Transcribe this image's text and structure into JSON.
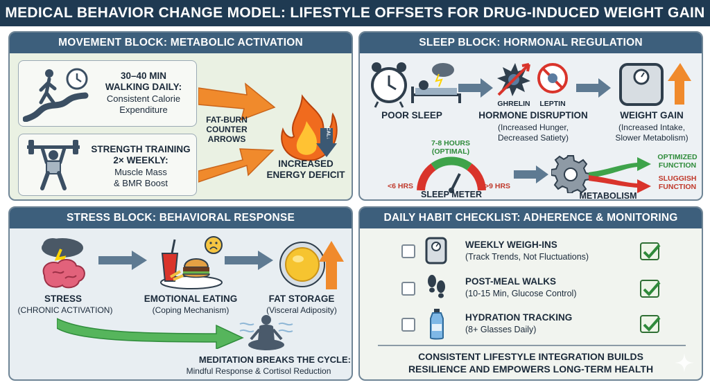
{
  "title": "MEDICAL BEHAVIOR CHANGE MODEL: LIFESTYLE OFFSETS FOR DRUG-INDUCED WEIGHT GAIN",
  "movement": {
    "header": "MOVEMENT BLOCK: METABOLIC ACTIVATION",
    "walking": {
      "line1": "30–40 MIN",
      "line2": "WALKING DAILY:",
      "line3": "Consistent Calorie",
      "line4": "Expenditure"
    },
    "strength": {
      "line1": "STRENGTH TRAINING",
      "line2": "2× WEEKLY:",
      "line3": "Muscle Mass",
      "line4": "& BMR Boost"
    },
    "arrows_label": {
      "line1": "FAT-BURN",
      "line2": "COUNTER",
      "line3": "ARROWS"
    },
    "result": {
      "line1": "INCREASED",
      "line2": "ENERGY DEFICIT"
    },
    "flame_tag": "CAL↓"
  },
  "sleep": {
    "header": "SLEEP BLOCK: HORMONAL REGULATION",
    "poor_sleep": "POOR SLEEP",
    "hormone": {
      "ghrelin": "GHRELIN",
      "leptin": "LEPTIN",
      "title": "HORMONE DISRUPTION",
      "desc1": "(Increased Hunger,",
      "desc2": "Decreased Satiety)"
    },
    "weight": {
      "title": "WEIGHT GAIN",
      "desc1": "(Increased Intake,",
      "desc2": "Slower Metabolism)"
    },
    "meter": {
      "optimal1": "7-8 HOURS",
      "optimal2": "(OPTIMAL)",
      "low": "<6 HRS",
      "high": ">9 HRS",
      "label": "SLEEP METER"
    },
    "metabolism": {
      "label": "METABOLISM",
      "opt1": "OPTIMIZED",
      "opt2": "FUNCTION",
      "slug1": "SLUGGISH",
      "slug2": "FUNCTION"
    }
  },
  "stress": {
    "header": "STRESS BLOCK: BEHAVIORAL RESPONSE",
    "stress": {
      "title": "STRESS",
      "desc": "(CHRONIC ACTIVATION)"
    },
    "eating": {
      "title": "EMOTIONAL EATING",
      "desc": "(Coping Mechanism)"
    },
    "fat": {
      "title": "FAT STORAGE",
      "desc": "(Visceral Adiposity)"
    },
    "meditation": {
      "title": "MEDITATION BREAKS THE CYCLE:",
      "desc": "Mindful Response & Cortisol Reduction"
    }
  },
  "checklist": {
    "header": "DAILY HABIT CHECKLIST: ADHERENCE & MONITORING",
    "items": [
      {
        "title": "WEEKLY WEIGH-INS",
        "desc": "(Track Trends, Not Fluctuations)"
      },
      {
        "title": "POST-MEAL WALKS",
        "desc": "(10-15 Min, Glucose Control)"
      },
      {
        "title": "HYDRATION TRACKING",
        "desc": "(8+ Glasses Daily)"
      }
    ],
    "footer1": "CONSISTENT LIFESTYLE INTEGRATION BUILDS",
    "footer2": "RESILIENCE AND EMPOWERS LONG-TERM HEALTH"
  },
  "colors": {
    "navy": "#1f3a52",
    "header_blue": "#3d5f7c",
    "orange": "#f08a2c",
    "green": "#4caf50",
    "red": "#d9342b",
    "arrow_blue": "#5e7a92"
  }
}
